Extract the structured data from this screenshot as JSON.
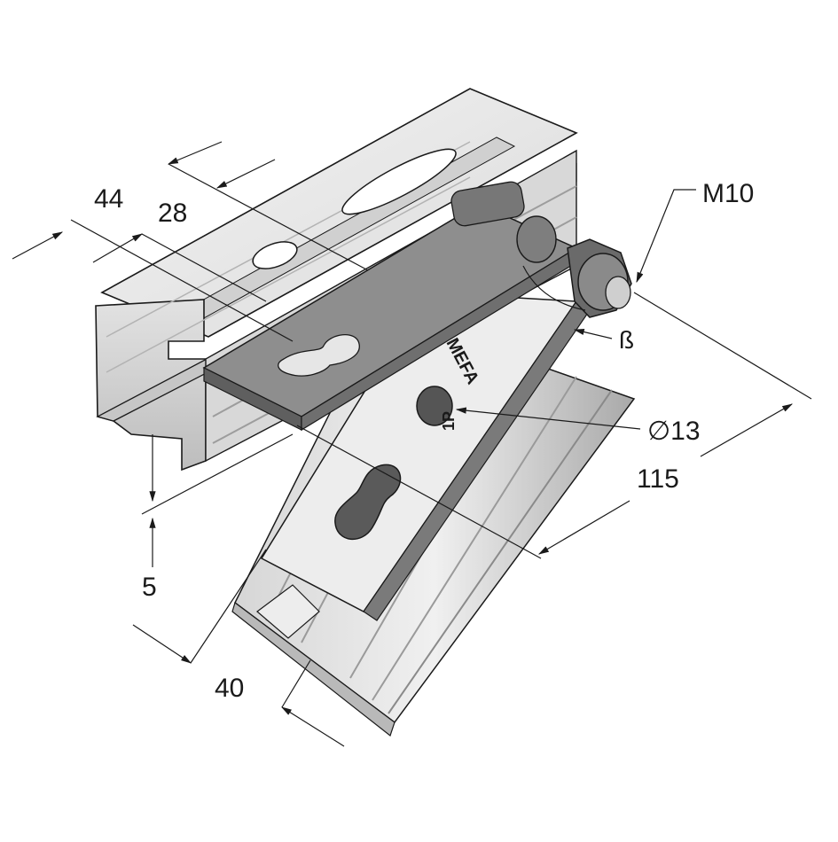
{
  "dimensions": {
    "d44": "44",
    "d28": "28",
    "m10": "M10",
    "beta": "ß",
    "dia13": "∅13",
    "d115": "115",
    "d5": "5",
    "d40": "40"
  },
  "stamps": {
    "brand": "MEFA",
    "code": "1P"
  },
  "colors": {
    "line": "#1a1a1a",
    "metal_light": "#eeeeee",
    "metal_mid": "#cfcfcf",
    "metal_dark": "#9a9a9a",
    "plate": "#8a8a8a",
    "nut": "#6f6f6f"
  }
}
